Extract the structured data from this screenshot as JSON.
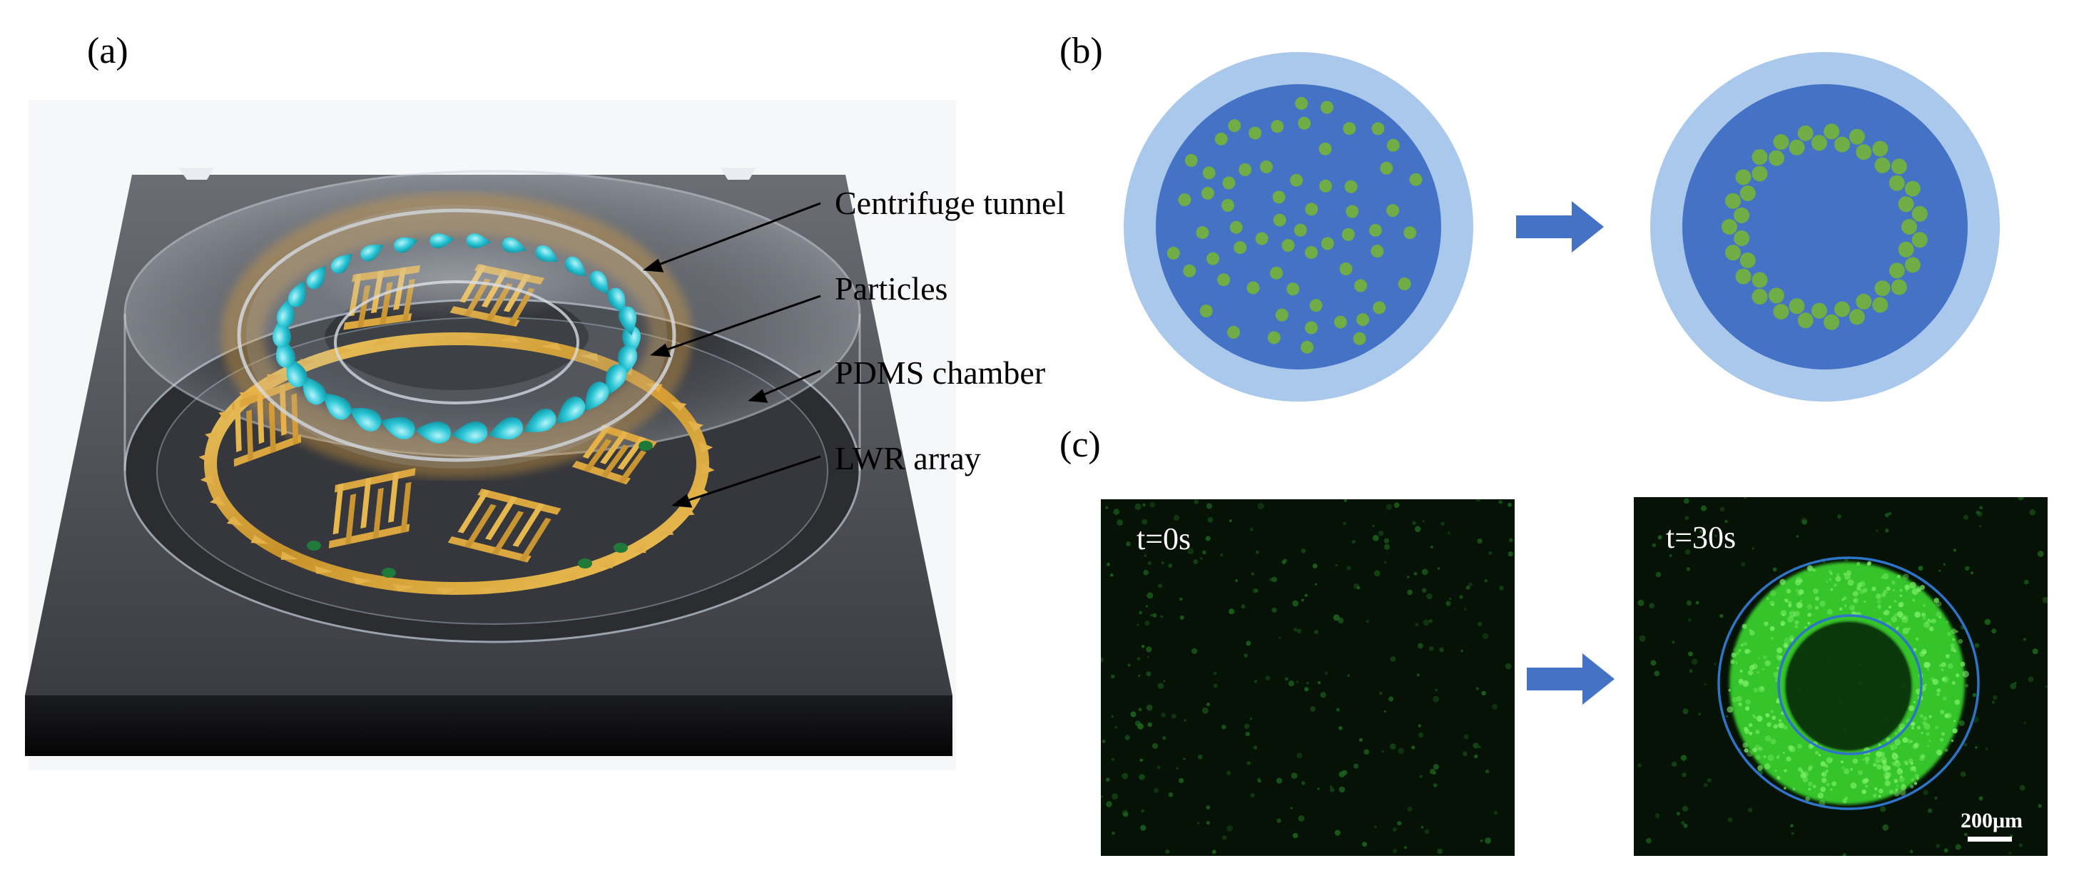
{
  "panels": {
    "a": {
      "label": "(a)"
    },
    "b": {
      "label": "(b)"
    },
    "c": {
      "label": "(c)"
    }
  },
  "callouts": {
    "centrifuge_tunnel": "Centrifuge tunnel",
    "particles": "Particles",
    "pdms_chamber": "PDMS chamber",
    "lwr_array": "LWR array"
  },
  "micrographs": {
    "before": {
      "time_label": "t=0s"
    },
    "after": {
      "time_label": "t=30s",
      "scale_bar": "200μm"
    }
  },
  "colors": {
    "outer_ring": "#a9c8eb",
    "inner_disk": "#4472c4",
    "particle": "#70ad47",
    "arrow": "#4472c4",
    "gold": "#d4a53a",
    "cyan_particle": "#29c4d6",
    "micrograph_bg": "#061206",
    "fluorescence": "#3cd12e"
  }
}
